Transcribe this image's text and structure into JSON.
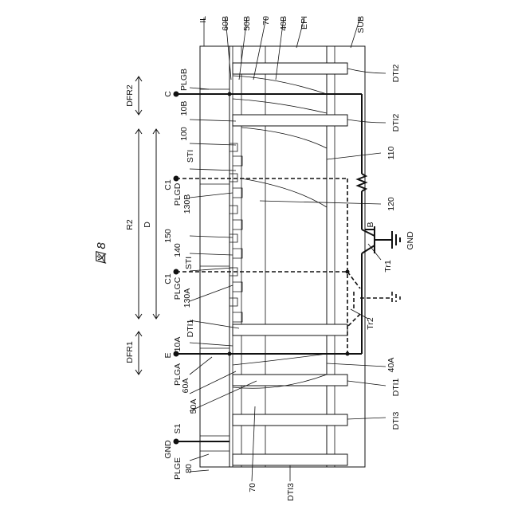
{
  "figure": {
    "title": "図 8"
  },
  "labels": {
    "IL": "IL",
    "L60B": "60B",
    "L50B": "50B",
    "L70_top": "70",
    "L40B": "40B",
    "EPI": "EPI",
    "SUB": "SUB",
    "DTI2_a": "DTI2",
    "DTI2_b": "DTI2",
    "L110": "110",
    "L120": "120",
    "Tr1": "Tr1",
    "B": "B",
    "GND_right": "GND",
    "Tr2": "Tr2",
    "L40A": "40A",
    "DTI1_right": "DTI1",
    "DTI3_right": "DTI3",
    "DTI3_bottom": "DTI3",
    "L70_bottom": "70",
    "PLGB": "PLGB",
    "C_top": "C",
    "L10B": "10B",
    "L100": "100",
    "STI_a": "STI",
    "C1_a": "C1",
    "PLGD": "PLGD",
    "L130B": "130B",
    "L150": "150",
    "L140": "140",
    "STI_b": "STI",
    "C1_b": "C1",
    "PLGC": "PLGC",
    "L130A": "130A",
    "DTI1_left": "DTI1",
    "L10A": "10A",
    "E": "E",
    "PLGA": "PLGA",
    "L60A": "60A",
    "L50A": "50A",
    "S1": "S1",
    "GND_left": "GND",
    "PLGE": "PLGE",
    "L80": "80",
    "DFR2": "DFR2",
    "R2": "R2",
    "D": "D",
    "DFR1": "DFR1"
  }
}
